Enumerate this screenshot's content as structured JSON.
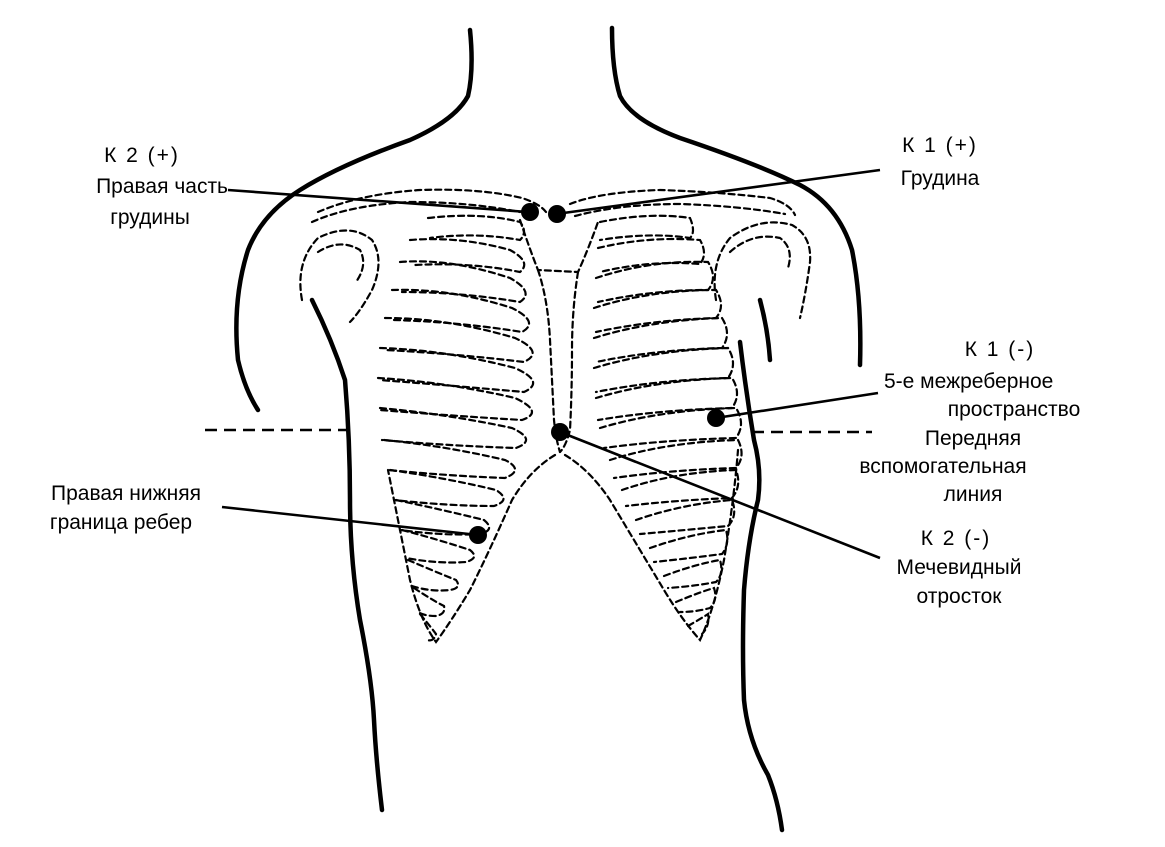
{
  "annotations": {
    "k2_plus": {
      "lead": "К 2 (+)",
      "line1": "Правая часть",
      "line2": "грудины"
    },
    "k1_plus": {
      "lead": "К 1 (+)",
      "line1": "Грудина"
    },
    "k1_minus": {
      "lead": "К 1 (-)",
      "line1": "5-е межреберное",
      "line2": "пространство"
    },
    "axillary_line": {
      "line1": "Передняя",
      "line2": "вспомогательная",
      "line3": "линия"
    },
    "k2_minus": {
      "lead": "К 2 (-)",
      "line1": "Мечевидный",
      "line2": "отросток"
    },
    "right_costal": {
      "line1": "Правая нижняя",
      "line2": "граница ребер"
    }
  },
  "colors": {
    "ink": "#000000",
    "background": "#ffffff"
  }
}
